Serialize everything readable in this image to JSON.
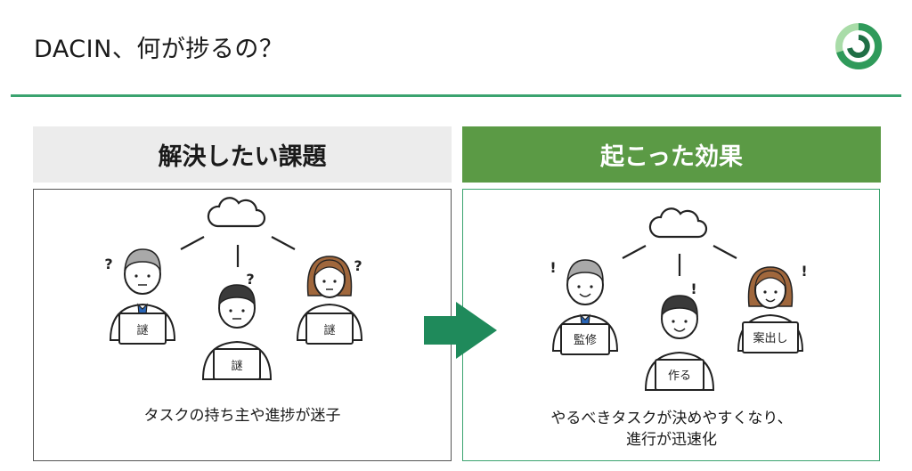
{
  "slide": {
    "title": "DACIN、何が捗るの？"
  },
  "left": {
    "header": "解決したい課題",
    "markers": [
      "?",
      "?",
      "?"
    ],
    "laptop_labels": [
      "謎",
      "謎",
      "謎"
    ],
    "caption": "タスクの持ち主や進捗が迷子"
  },
  "right": {
    "header": "起こった効果",
    "markers": [
      "!",
      "!",
      "!"
    ],
    "laptop_labels": [
      "監修",
      "作る",
      "案出し"
    ],
    "caption_line1": "やるべきタスクが決めやすくなり、",
    "caption_line2": "進行が迅速化"
  },
  "colors": {
    "accent_green": "#3aa36f",
    "header_green": "#5b9a45",
    "arrow_green": "#1f8a5b",
    "header_gray": "#ececec"
  },
  "icons": [
    "logo-icon",
    "cloud-icon",
    "person-icon",
    "laptop-icon",
    "arrow-right-icon"
  ]
}
